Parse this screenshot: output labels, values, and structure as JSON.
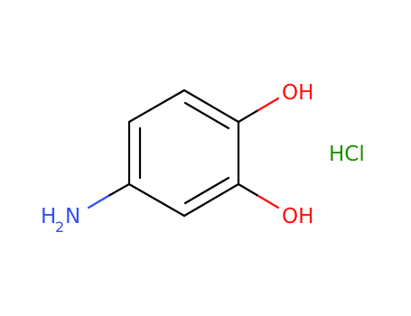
{
  "molecule": {
    "atoms": {
      "oh_top": {
        "text": "OH",
        "color": "#ff0d0d"
      },
      "oh_bottom": {
        "text": "OH",
        "color": "#ff0d0d"
      },
      "amine_h": {
        "text": "H",
        "color": "#3050f8"
      },
      "amine_sub": {
        "text": "2",
        "color": "#3050f8"
      },
      "amine_n": {
        "text": "N",
        "color": "#3050f8"
      },
      "salt": {
        "text": "HCl",
        "color": "#1f8f00"
      }
    },
    "bond_color": "#000000"
  }
}
